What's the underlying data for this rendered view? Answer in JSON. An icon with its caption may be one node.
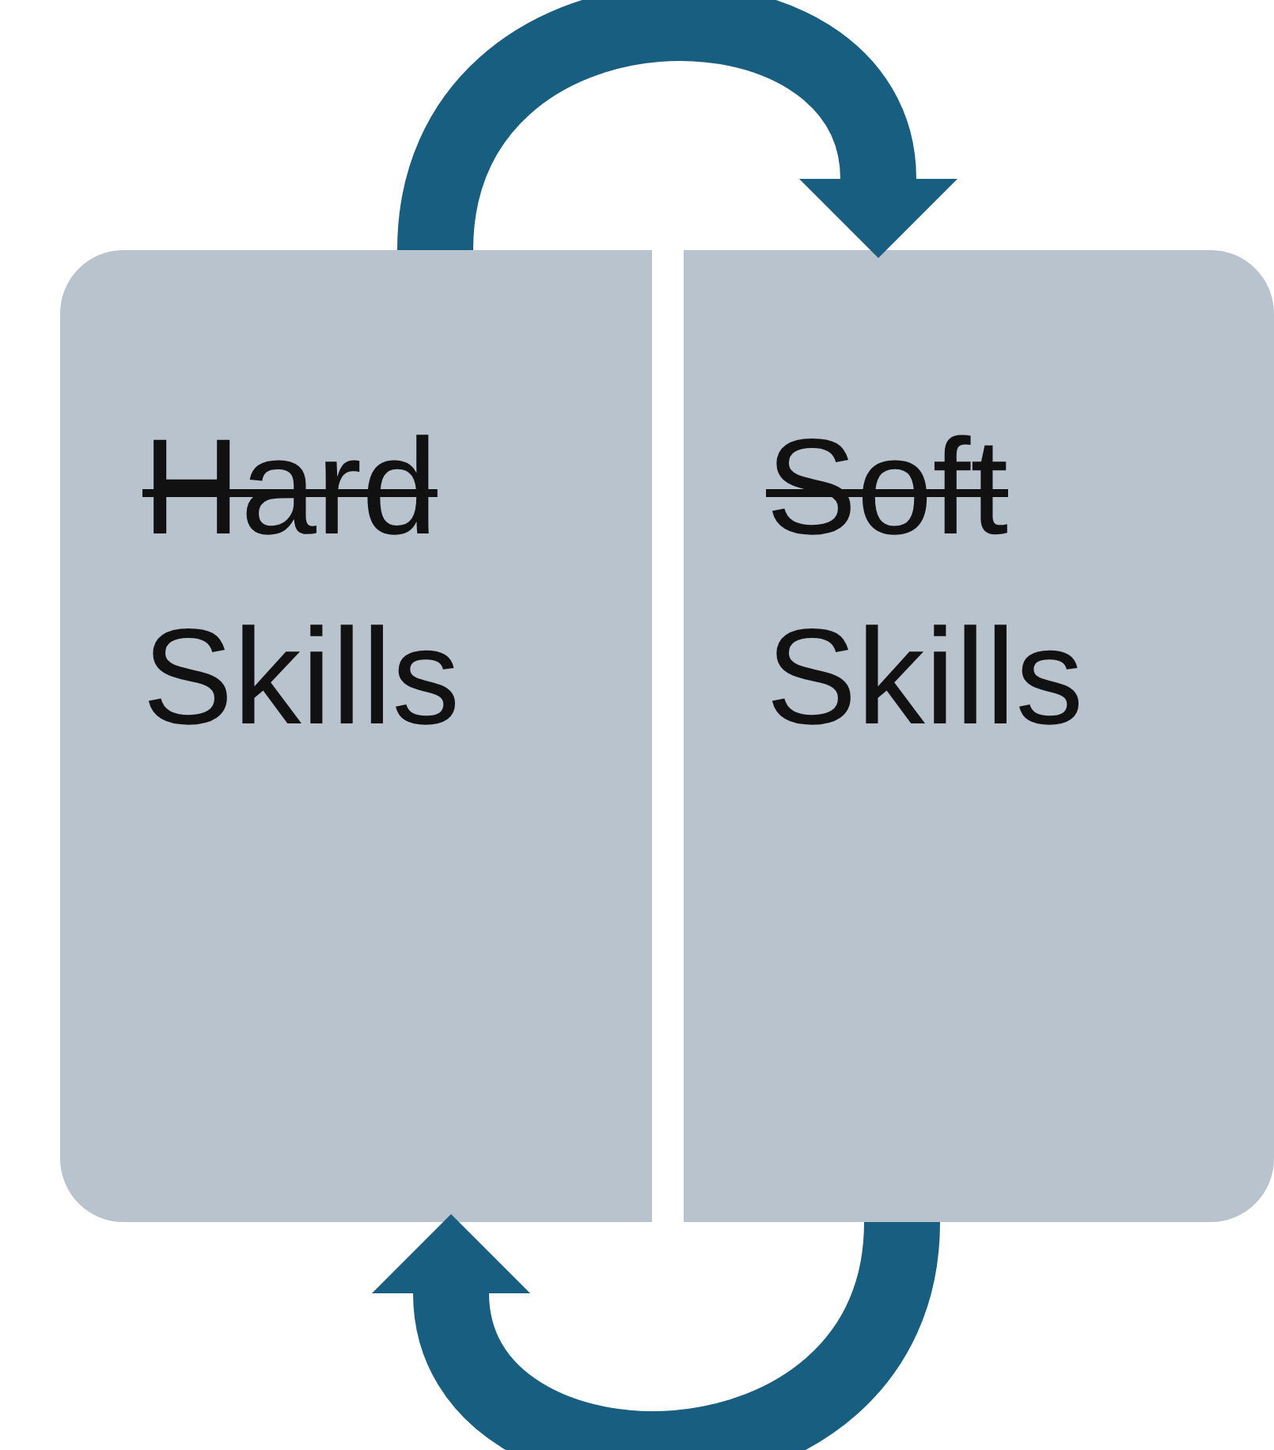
{
  "diagram": {
    "nodes": [
      {
        "text": [
          "Hard",
          "Skills"
        ]
      },
      {
        "text": [
          "Soft",
          "Skills"
        ]
      }
    ],
    "edges": [
      {
        "from": 0,
        "to": 1,
        "arrow": "to"
      },
      {
        "from": 1,
        "to": 0,
        "arrow": "to"
      }
    ]
  }
}
